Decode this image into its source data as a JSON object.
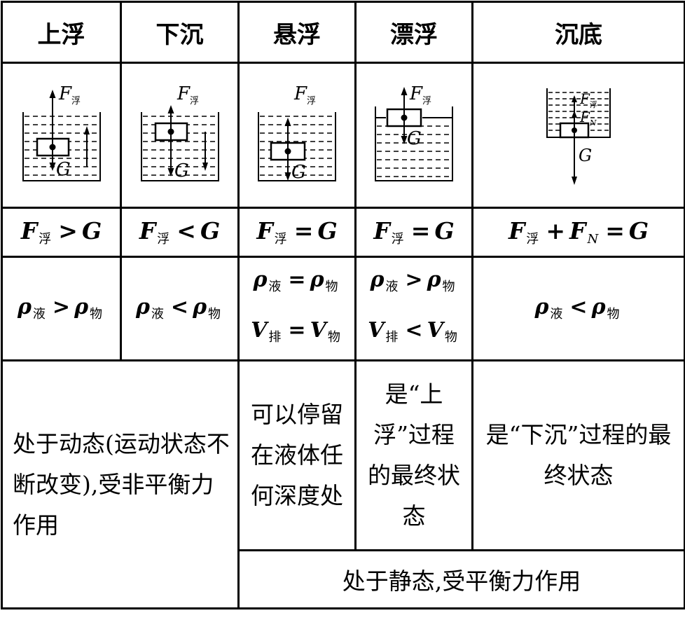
{
  "headers": [
    "上浮",
    "下沉",
    "悬浮",
    "漂浮",
    "沉底"
  ],
  "diagram_labels": {
    "buoyancy": "F",
    "buoyancy_sub": "浮",
    "gravity": "G",
    "normal": "F",
    "normal_sub": "N"
  },
  "force_relations": [
    {
      "a": "F",
      "a_sub": "浮",
      "op": ">",
      "b": "G"
    },
    {
      "a": "F",
      "a_sub": "浮",
      "op": "<",
      "b": "G"
    },
    {
      "a": "F",
      "a_sub": "浮",
      "op": "=",
      "b": "G"
    },
    {
      "a": "F",
      "a_sub": "浮",
      "op": "=",
      "b": "G"
    },
    {
      "a": "F",
      "a_sub": "浮",
      "op2": "+",
      "a2": "F",
      "a2_sub": "N",
      "op": "=",
      "b": "G"
    }
  ],
  "density": {
    "rho": "ρ",
    "liquid": "液",
    "object": "物",
    "V": "V",
    "displaced": "排",
    "c1_op": ">",
    "c2_op": "<",
    "c3_op": "=",
    "c3_v_op": "=",
    "c4_op": ">",
    "c4_v_op": "<",
    "c5_op": "<"
  },
  "descriptions": {
    "dynamic": "处于动态(运动状态不断改变),受非平衡力作用",
    "suspend": "可以停留在液体任何深度处",
    "float": "是“上浮”过程的最终状态",
    "sink_bottom": "是“下沉”过程的最终状态",
    "static": "处于静态,受平衡力作用"
  }
}
